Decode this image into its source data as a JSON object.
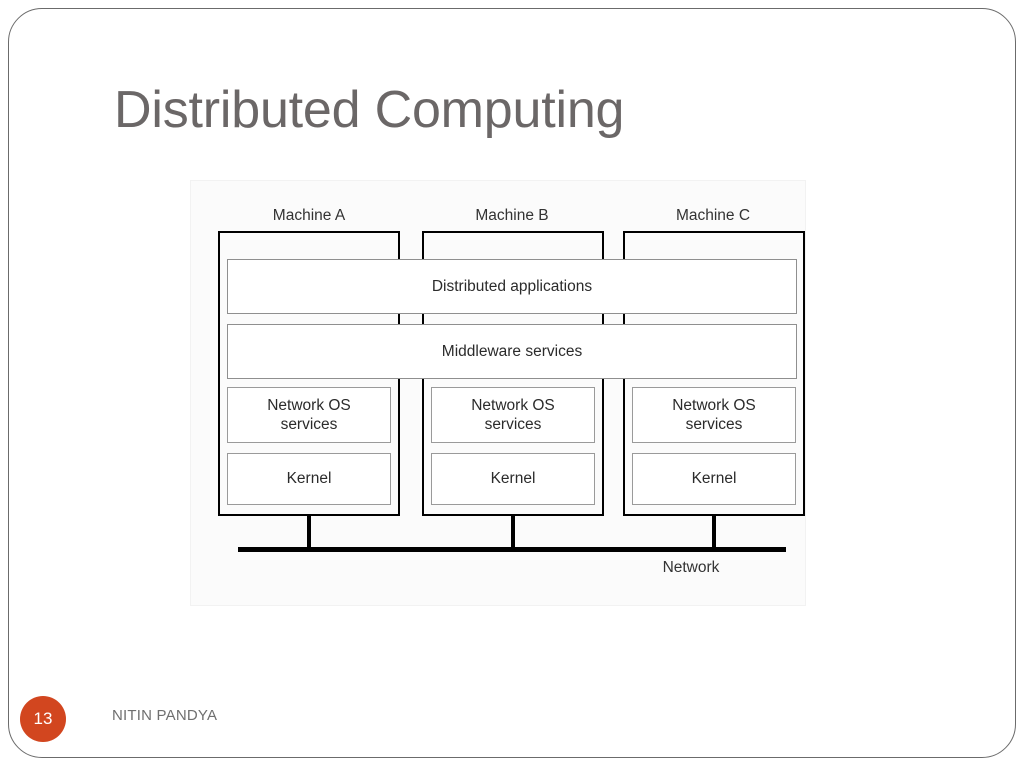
{
  "slide": {
    "title": "Distributed Computing",
    "number": "13",
    "author": "NITIN PANDYA",
    "accent_color": "#d2461f",
    "title_color": "#6b6767",
    "footer_color": "#6f6f6f"
  },
  "diagram": {
    "machines": [
      {
        "caption": "Machine A",
        "network_os": "Network OS\nservices",
        "kernel": "Kernel"
      },
      {
        "caption": "Machine B",
        "network_os": "Network OS\nservices",
        "kernel": "Kernel"
      },
      {
        "caption": "Machine C",
        "network_os": "Network OS\nservices",
        "kernel": "Kernel"
      }
    ],
    "machine_captions": {
      "a": "Machine A",
      "b": "Machine B",
      "c": "Machine C"
    },
    "spanning_layers": {
      "distributed_applications": "Distributed applications",
      "middleware_services": "Middleware services"
    },
    "per_machine_layers": {
      "network_os_line1": "Network OS",
      "network_os_line2": "services",
      "kernel": "Kernel"
    },
    "network_label": "Network"
  }
}
